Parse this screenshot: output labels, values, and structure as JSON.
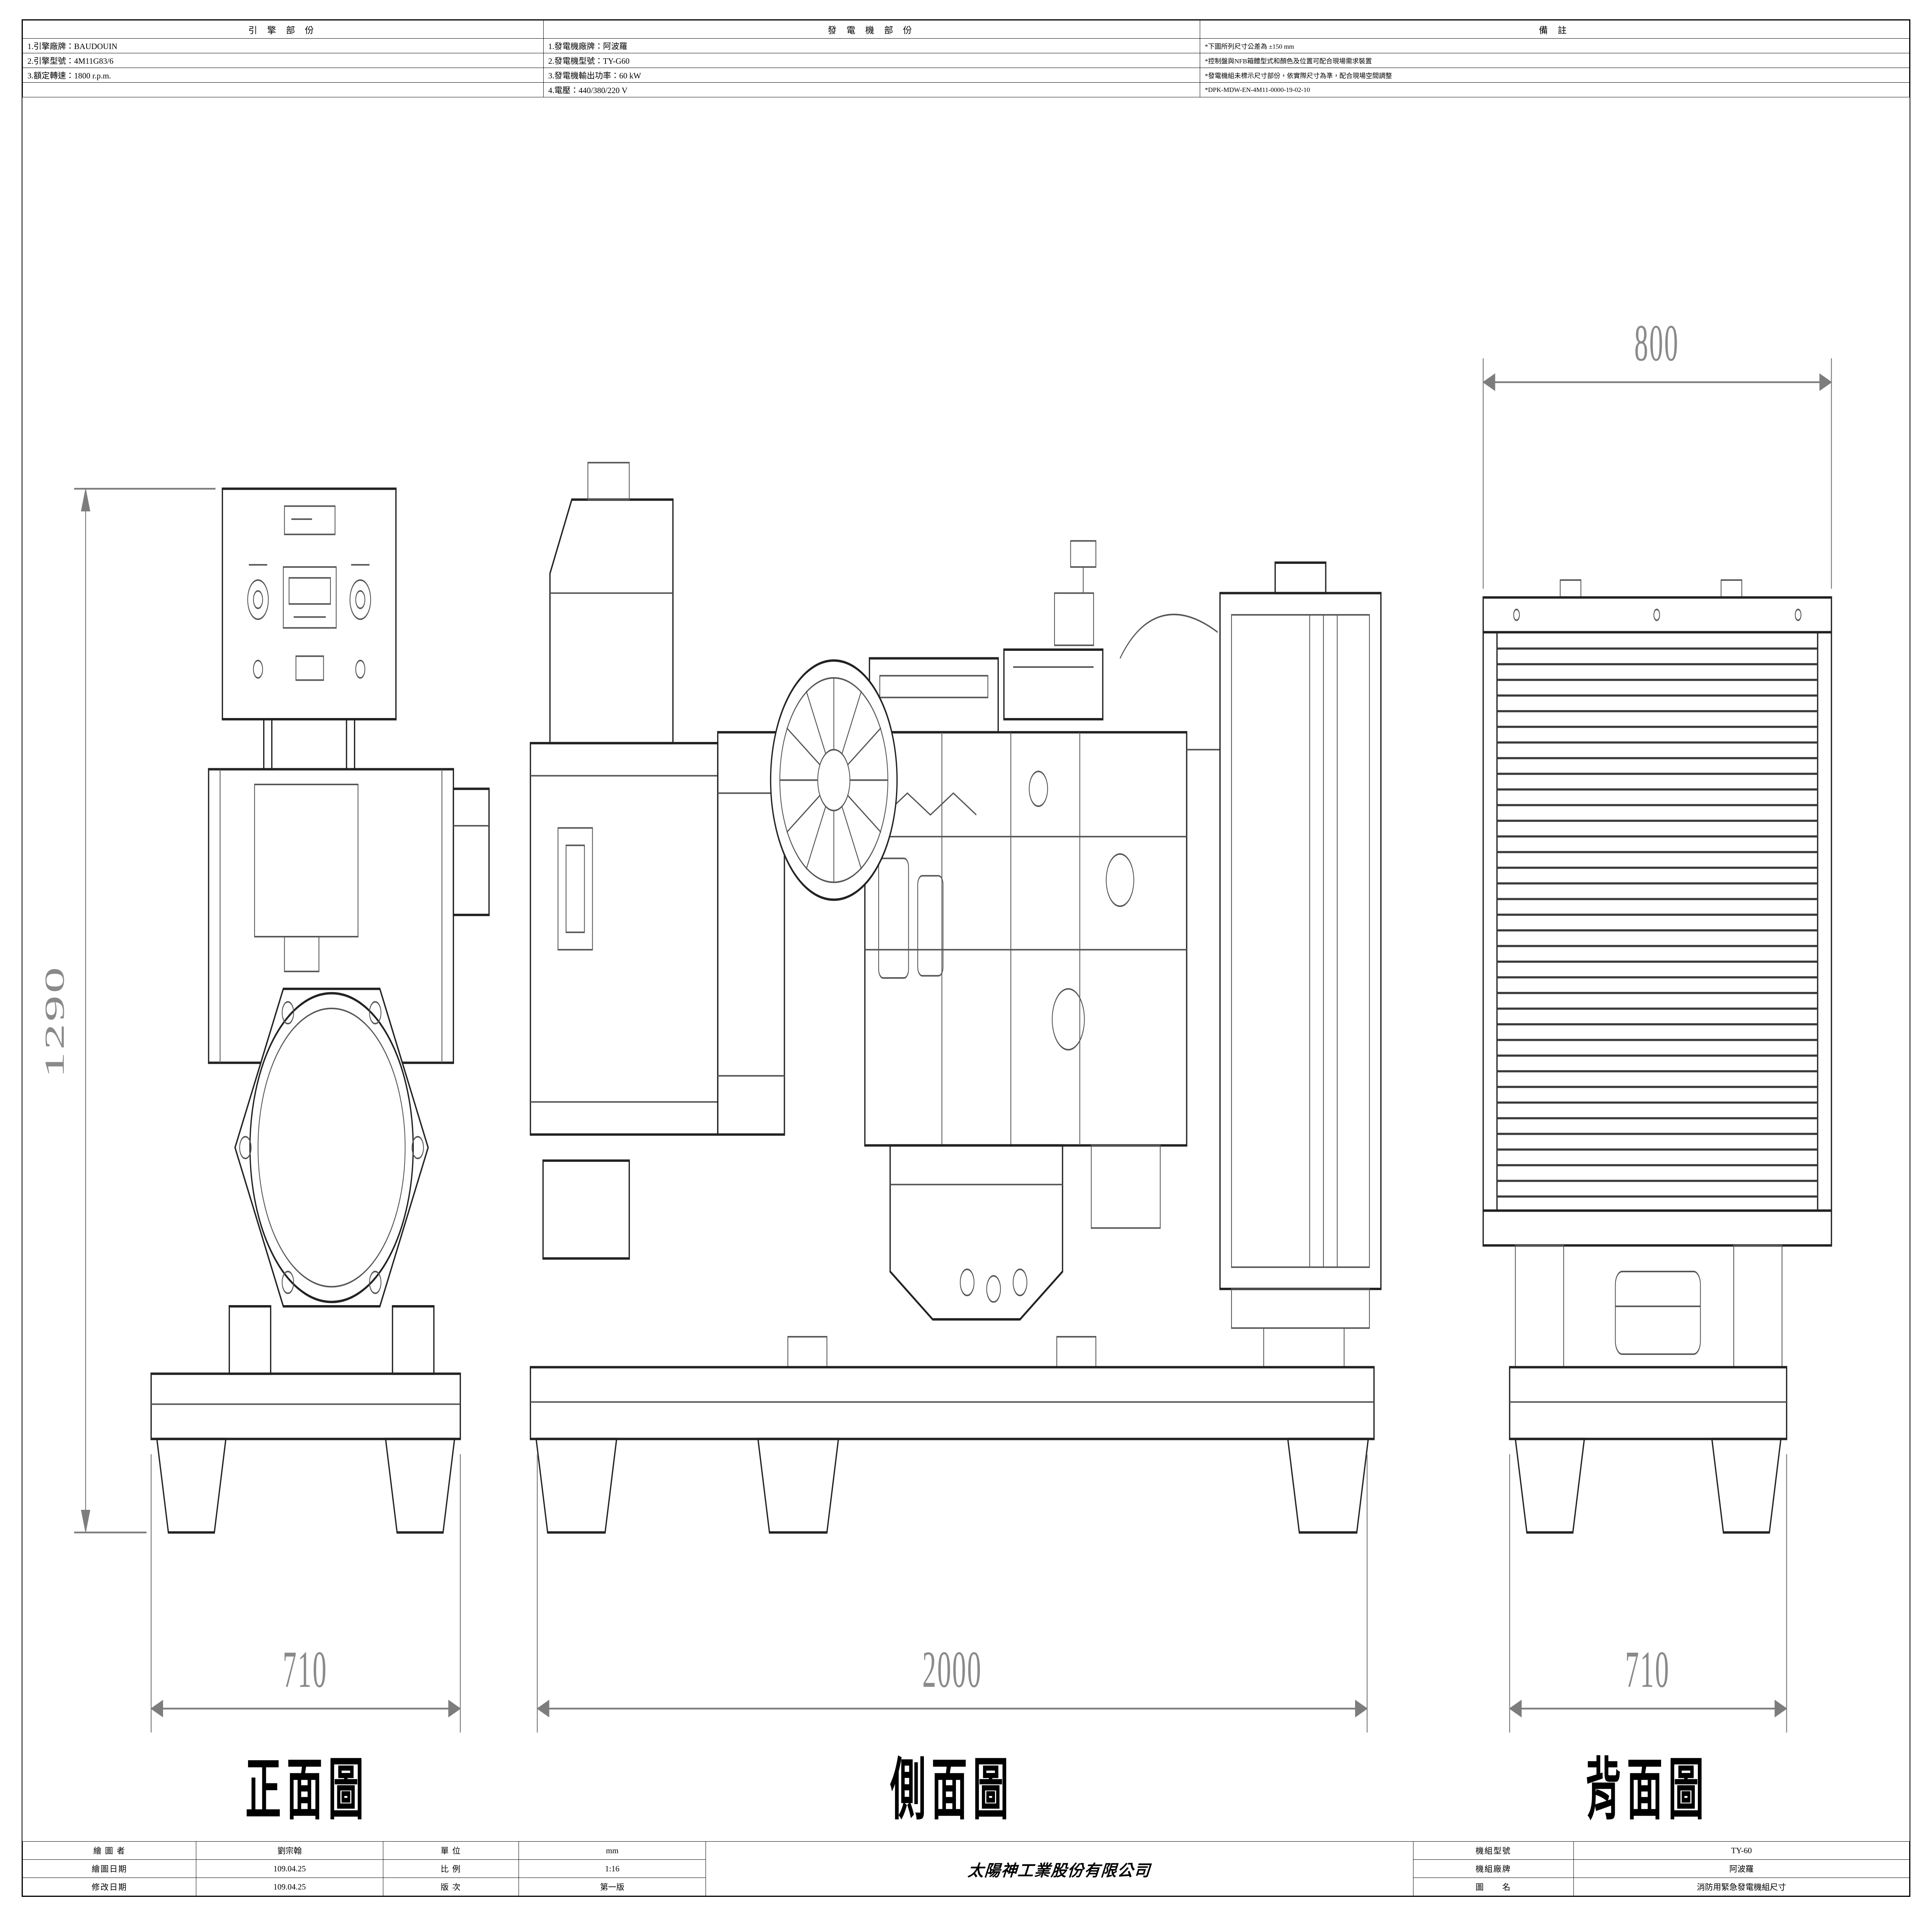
{
  "top_table": {
    "engine": {
      "header": "引 擎 部 份",
      "rows": [
        "1.引擎廠牌：BAUDOUIN",
        "2.引擎型號：4M11G83/6",
        "3.額定轉速：1800 r.p.m.",
        ""
      ]
    },
    "generator": {
      "header": "發 電 機 部 份",
      "rows": [
        "1.發電機廠牌：阿波羅",
        "2.發電機型號：TY-G60",
        "3.發電機輸出功率：60 kW",
        "4.電壓：440/380/220 V"
      ]
    },
    "notes": {
      "header": "備 註",
      "rows": [
        "*下圖所列尺寸公差為 ±150 mm",
        "*控制盤與NFB箱體型式和顏色及位置可配合現場需求裝置",
        "*發電機組未標示尺寸部份，依實際尺寸為準，配合現場空間調整",
        "*DPK-MDW-EN-4M11-0000-19-02-10"
      ]
    }
  },
  "views": {
    "front": {
      "label": "正面圖",
      "height_dim": "1290",
      "width_dim": "710"
    },
    "side": {
      "label": "側面圖",
      "length_dim": "2000"
    },
    "back": {
      "label": "背面圖",
      "top_width_dim": "800",
      "base_width_dim": "710"
    }
  },
  "title_block": {
    "drafter_label": "繪 圖 者",
    "drafter": "劉宗翰",
    "unit_label": "單 位",
    "unit": "mm",
    "draw_date_label": "繪圖日期",
    "draw_date": "109.04.25",
    "scale_label": "比 例",
    "scale": "1:16",
    "revision_date_label": "修改日期",
    "revision_date": "109.04.25",
    "version_label": "版 次",
    "version": "第一版",
    "company": "太陽神工業股份有限公司",
    "model_label": "機組型號",
    "model": "TY-60",
    "brand_label": "機組廠牌",
    "brand": "阿波羅",
    "drawing_name_label": "圖　　名",
    "drawing_name": "消防用緊急發電機組尺寸"
  }
}
